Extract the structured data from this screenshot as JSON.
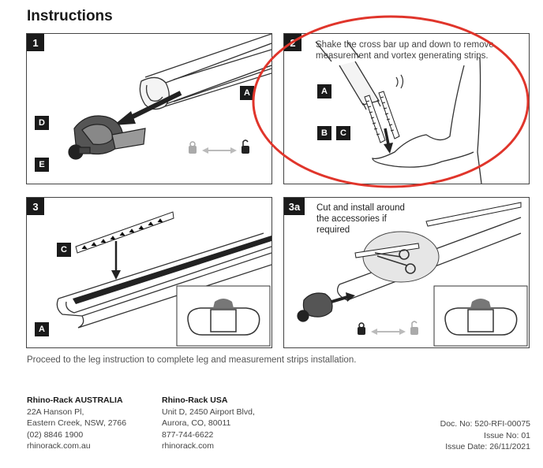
{
  "page_title": "Instructions",
  "panels": {
    "p1": {
      "number": "1",
      "labels": {
        "a": "A",
        "d": "D",
        "e": "E"
      }
    },
    "p2": {
      "number": "2",
      "text": "Shake the cross bar up and down to remove measurement and vortex generating strips.",
      "labels": {
        "a": "A",
        "b": "B",
        "c": "C"
      }
    },
    "p3": {
      "number": "3",
      "labels": {
        "c": "C",
        "a": "A"
      }
    },
    "p3a": {
      "number": "3a",
      "text": "Cut and install around the accessories if required"
    }
  },
  "footer_text": "Proceed to the leg instruction to complete leg and measurement strips installation.",
  "contacts": [
    {
      "company": "Rhino-Rack AUSTRALIA",
      "line1": "22A Hanson Pl,",
      "line2": "Eastern Creek, NSW, 2766",
      "phone": "(02) 8846 1900",
      "web": "rhinorack.com.au"
    },
    {
      "company": "Rhino-Rack USA",
      "line1": "Unit D, 2450 Airport Blvd,",
      "line2": "Aurora, CO, 80011",
      "phone": "877-744-6622",
      "web": "rhinorack.com"
    }
  ],
  "doc_info": {
    "doc_no": "Doc. No: 520-RFI-00075",
    "issue_no": "Issue No: 01",
    "issue_date": "Issue Date: 26/11/2021"
  },
  "colors": {
    "annotation_circle": "#e0352b",
    "label_bg": "#1a1a1a"
  }
}
